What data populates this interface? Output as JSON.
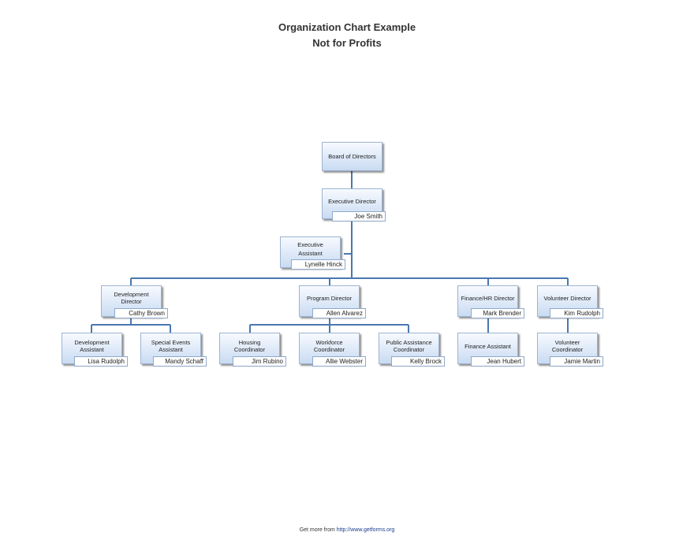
{
  "title": {
    "line1": "Organization Chart Example",
    "line2": "Not for Profits"
  },
  "nodes": {
    "board": {
      "role": "Board of Directors"
    },
    "exec": {
      "role": "Executive Director",
      "name": "Joe Smith"
    },
    "execasst": {
      "role_line1": "Executive",
      "role_line2": "Assistant",
      "name": "Lynelle Hinck"
    },
    "devdir": {
      "role_line1": "Development",
      "role_line2": "Director",
      "name": "Cathy Brown"
    },
    "progdir": {
      "role": "Program Director",
      "name": "Allen Alvarez"
    },
    "findir": {
      "role": "Finance/HR Director",
      "name": "Mark Brender"
    },
    "voldir": {
      "role": "Volunteer Director",
      "name": "Kim Rudolph"
    },
    "devasst": {
      "role_line1": "Development",
      "role_line2": "Assistant",
      "name": "Lisa Rudolph"
    },
    "eventsasst": {
      "role_line1": "Special Events",
      "role_line2": "Assistant",
      "name": "Mandy Schaff"
    },
    "housing": {
      "role_line1": "Housing",
      "role_line2": "Coordinator",
      "name": "Jim Rubino"
    },
    "workforce": {
      "role_line1": "Workforce",
      "role_line2": "Coordinator",
      "name": "Allie Webster"
    },
    "publicasst": {
      "role_line1": "Public Assistance",
      "role_line2": "Coordinator",
      "name": "Kelly Brock"
    },
    "finasst": {
      "role": "Finance Assistant",
      "name": "Jean Hubert"
    },
    "volcoord": {
      "role_line1": "Volunteer",
      "role_line2": "Coordinator",
      "name": "Jamie Martin"
    }
  },
  "footer": {
    "prefix": "Get more from",
    "link": "http://www.getforms.org"
  },
  "colors": {
    "connector": "#4a78b0",
    "box_top": "#f7faff",
    "box_bottom": "#c9dbf2",
    "box_border": "#9db4d3"
  }
}
